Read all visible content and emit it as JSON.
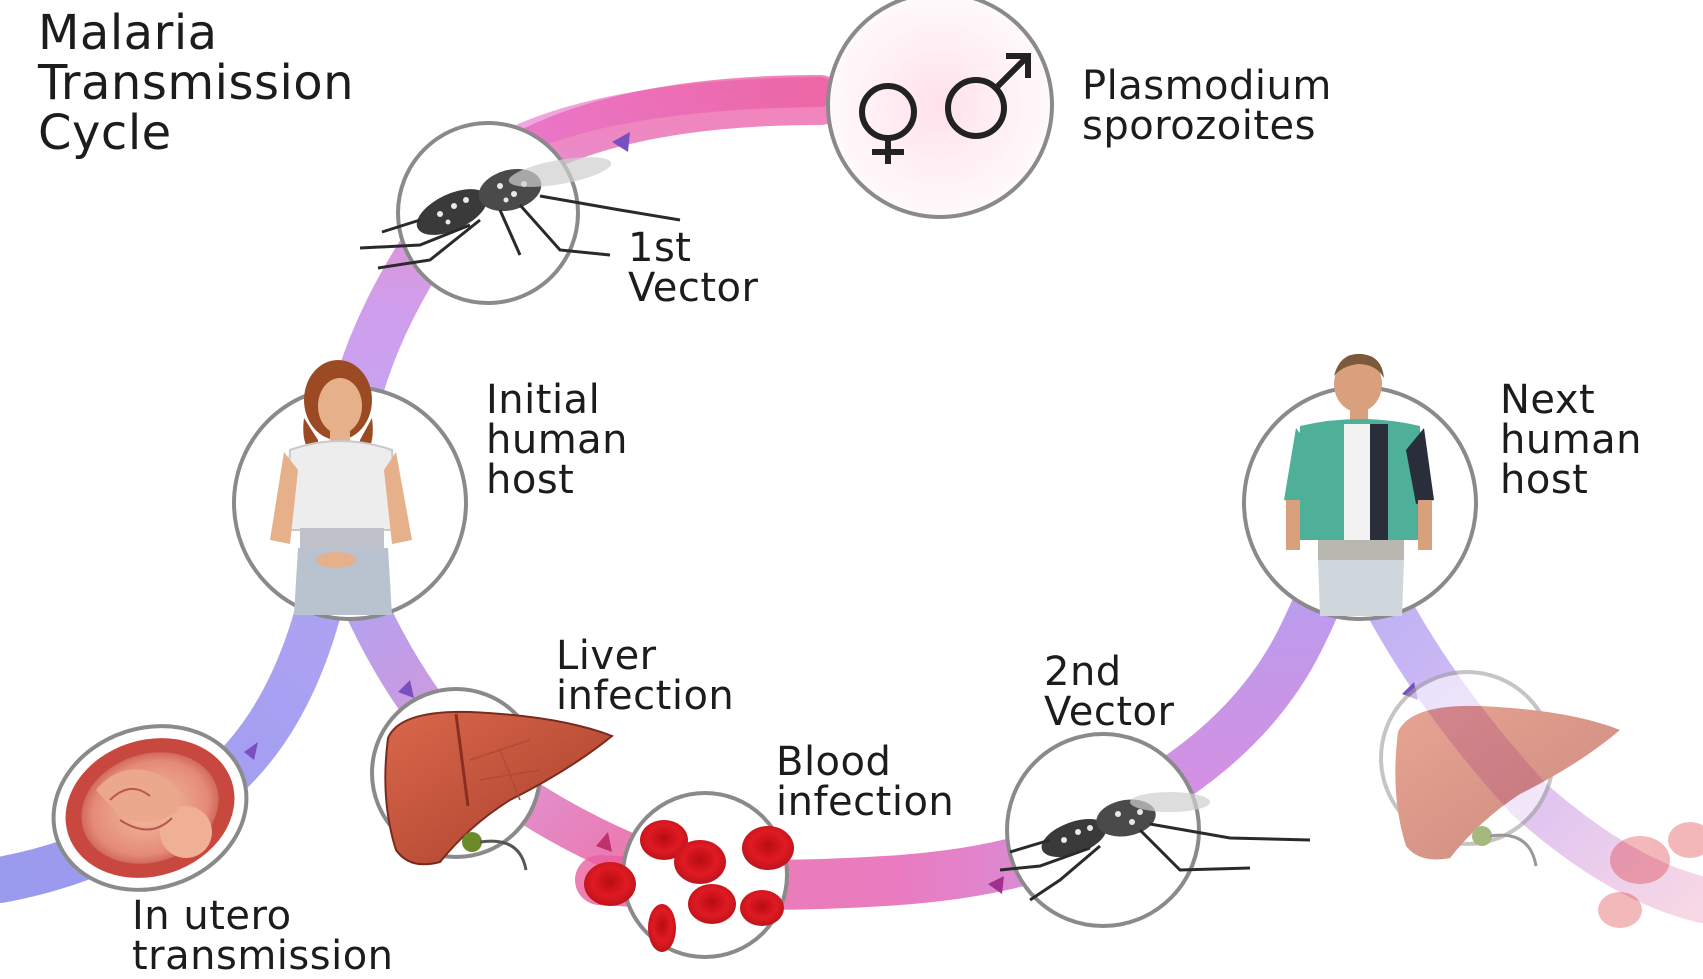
{
  "title": {
    "line1": "Malaria",
    "line2": "Transmission",
    "line3": "Cycle"
  },
  "labels": {
    "sporozoites": {
      "line1": "Plasmodium",
      "line2": "sporozoites"
    },
    "first_vector": {
      "line1": "1st",
      "line2": "Vector"
    },
    "initial_host": {
      "line1": "Initial",
      "line2": "human",
      "line3": "host"
    },
    "next_host": {
      "line1": "Next",
      "line2": "human",
      "line3": "host"
    },
    "liver": {
      "line1": "Liver",
      "line2": "infection"
    },
    "blood": {
      "line1": "Blood",
      "line2": "infection"
    },
    "second_vector": {
      "line1": "2nd",
      "line2": "Vector"
    },
    "utero": {
      "line1": "In utero",
      "line2": "transmission"
    }
  },
  "colors": {
    "pink_path": "#e8559a",
    "violet_path": "#b57ee6",
    "blue_path": "#8f8ff0",
    "circle_border": "#8a8a8a",
    "blood_cell": "#d8141c",
    "liver": "#c8523a"
  },
  "icons": [
    "female-symbol-icon",
    "male-symbol-icon",
    "mosquito-icon",
    "woman-icon",
    "man-icon",
    "liver-icon",
    "blood-cells-icon",
    "fetus-icon"
  ]
}
